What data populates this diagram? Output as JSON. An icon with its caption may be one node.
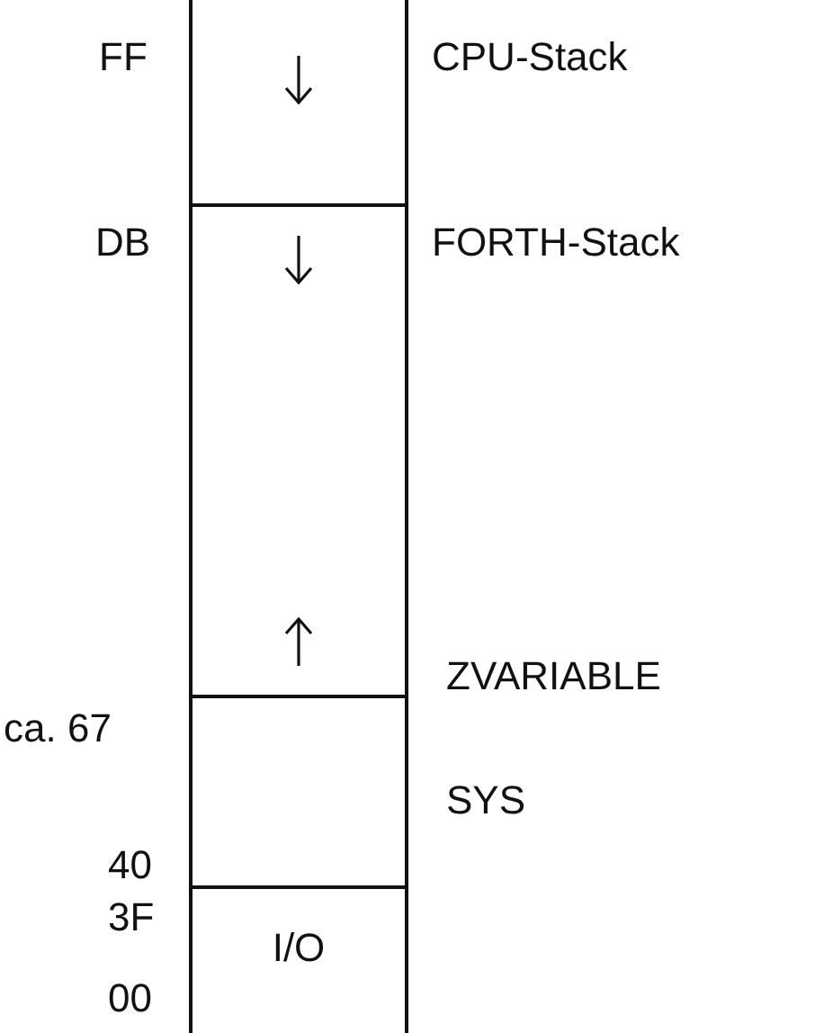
{
  "diagram": {
    "nodes": [
      {
        "text": [],
        "shape": "box"
      },
      {
        "text": [],
        "shape": "box"
      },
      {
        "text": [],
        "shape": "box"
      },
      {
        "text": [
          "I/O"
        ]
      }
    ],
    "labels": [
      "FF",
      "CPU-Stack",
      "DB",
      "FORTH-Stack",
      "ZVARIABLE",
      "ca. 67",
      "SYS",
      "40",
      "3F",
      "00"
    ]
  }
}
